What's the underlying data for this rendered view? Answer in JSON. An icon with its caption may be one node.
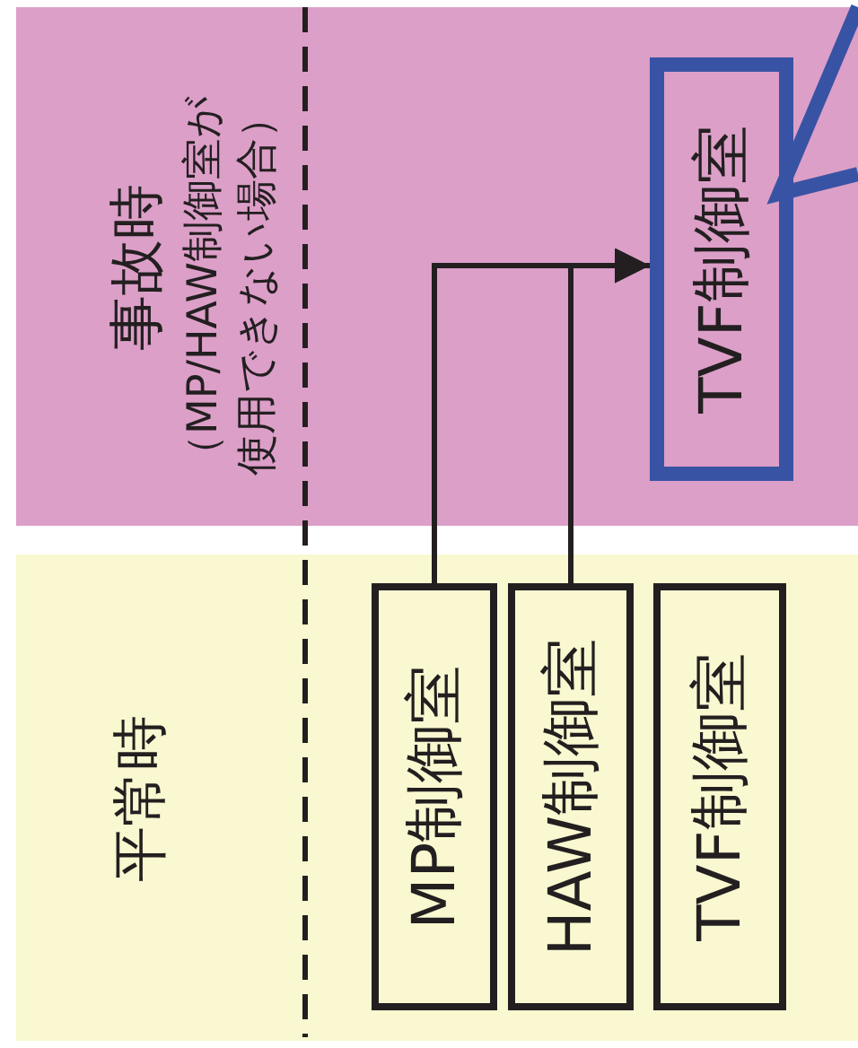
{
  "diagram": {
    "nodes": [
      {
        "text": [
          "事故時",
          "（MP/HAW制御室が使用できない場合）"
        ]
      },
      {
        "text": [
          "TVF制御室"
        ],
        "in": 0
      },
      {
        "text": [
          "平常時"
        ]
      },
      {
        "text": [
          "MP制御室"
        ],
        "in": 2
      },
      {
        "text": [
          "HAW制御室"
        ],
        "in": 2
      },
      {
        "text": [
          "TVF制御室"
        ],
        "in": 2
      }
    ],
    "edges": [
      {
        "from": 3,
        "to": 1,
        "arrow": "to"
      },
      {
        "from": 4,
        "to": 1,
        "arrow": "to"
      }
    ]
  }
}
